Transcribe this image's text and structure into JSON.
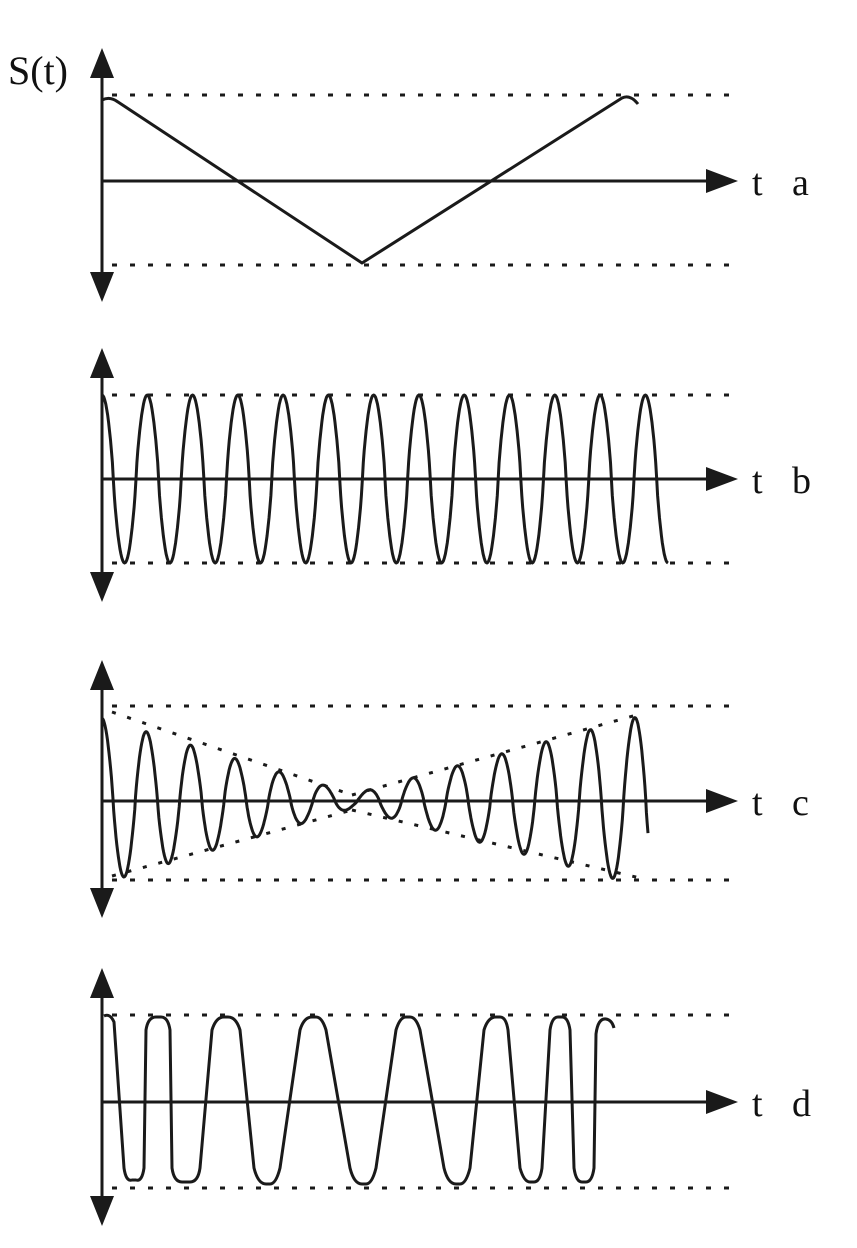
{
  "figure": {
    "y_axis_label": "S(t)",
    "colors": {
      "ink": "#1a1a1a",
      "background": "#ffffff"
    },
    "panels": [
      {
        "id": "a",
        "axis_label": "t",
        "panel_label": "a",
        "description_type": "triangle",
        "cycles": 1,
        "amplitude": 1.0
      },
      {
        "id": "b",
        "axis_label": "t",
        "panel_label": "b",
        "description_type": "constant-frequency oscillation",
        "cycles": 12.5,
        "amplitude": 1.0
      },
      {
        "id": "c",
        "axis_label": "t",
        "panel_label": "c",
        "description_type": "amplitude node (beats)",
        "cycles": 12.3,
        "amplitude_start": 0.95,
        "amplitude_min": 0.08,
        "amplitude_end": 1.0
      },
      {
        "id": "d",
        "axis_label": "t",
        "panel_label": "d",
        "description_type": "frequency-modulated, clipped",
        "peaks": 7,
        "amplitude": 1.0
      }
    ]
  }
}
